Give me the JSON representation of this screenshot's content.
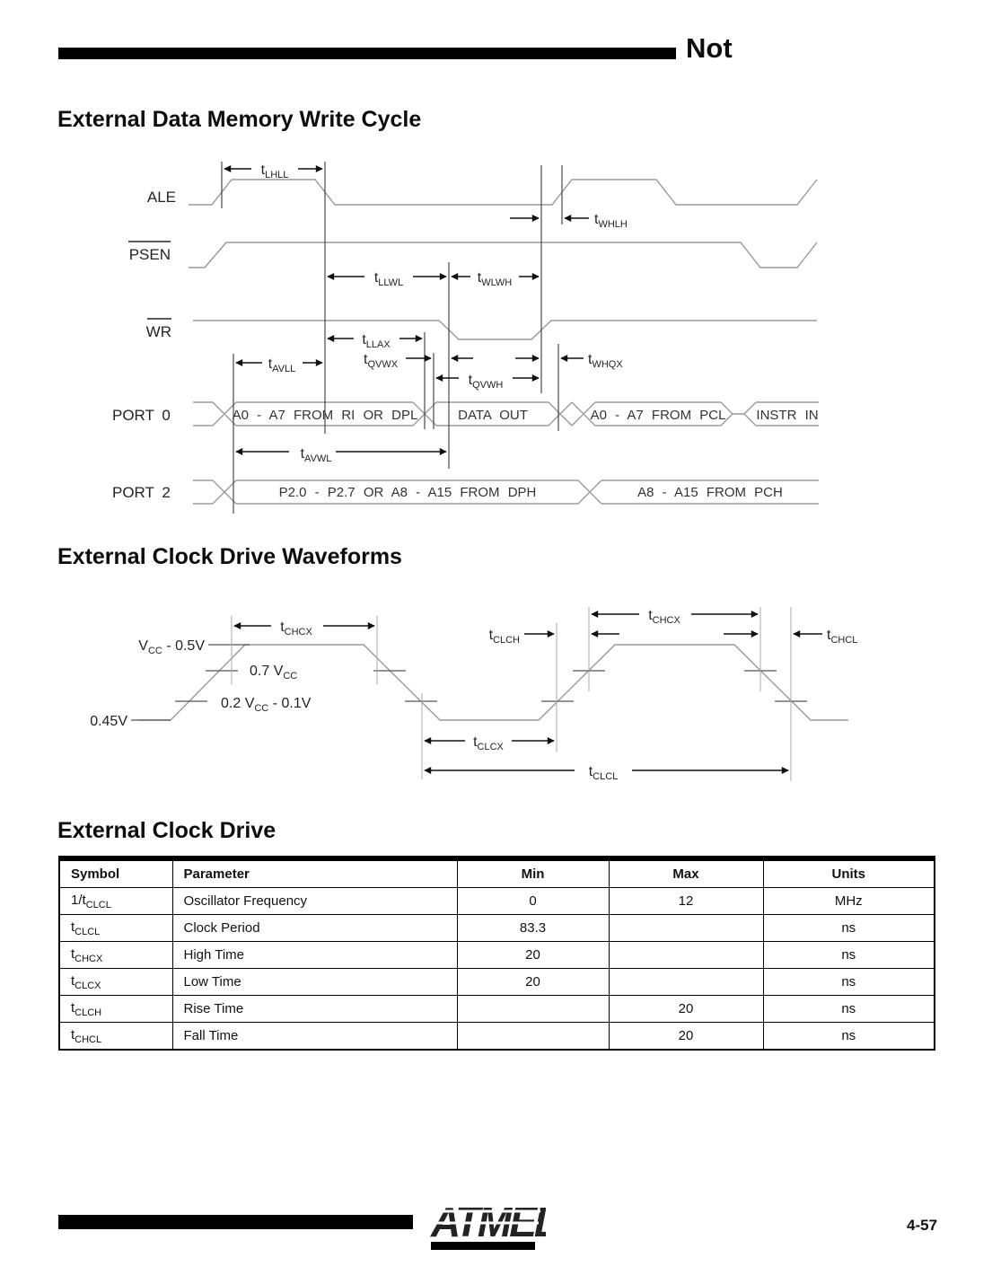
{
  "header": {
    "partial_title": "Not"
  },
  "write_cycle": {
    "heading": "External Data Memory Write Cycle",
    "signals": {
      "ale": "ALE",
      "psen": "PSEN",
      "wr": "WR",
      "port0": "PORT 0",
      "port2": "PORT 2"
    },
    "timing": {
      "lhll": {
        "main": "t",
        "sub": "LHLL"
      },
      "whlh": {
        "main": "t",
        "sub": "WHLH"
      },
      "llwl": {
        "main": "t",
        "sub": "LLWL"
      },
      "wlwh": {
        "main": "t",
        "sub": "WLWH"
      },
      "llax": {
        "main": "t",
        "sub": "LLAX"
      },
      "avll": {
        "main": "t",
        "sub": "AVLL"
      },
      "qvwx": {
        "main": "t",
        "sub": "QVWX"
      },
      "qvwh": {
        "main": "t",
        "sub": "QVWH"
      },
      "whqx": {
        "main": "t",
        "sub": "WHQX"
      },
      "avwl": {
        "main": "t",
        "sub": "AVWL"
      }
    },
    "port0_segments": [
      "A0 - A7 FROM RI OR DPL",
      "DATA OUT",
      "A0 - A7 FROM PCL",
      "INSTR IN"
    ],
    "port2_segments": [
      "P2.0 - P2.7 OR A8 - A15 FROM DPH",
      "A8 - A15 FROM PCH"
    ]
  },
  "clock_waveforms": {
    "heading": "External Clock Drive Waveforms",
    "levels": {
      "vcc_high": {
        "pre": "V",
        "sub": "CC",
        "post": " -  0.5V"
      },
      "vcc_07": {
        "pre": "0.7 V",
        "sub": "CC",
        "post": ""
      },
      "vcc_02": {
        "pre": "0.2  V",
        "sub": "CC",
        "post": " -  0.1V"
      },
      "v045": "0.45V"
    },
    "timing": {
      "chcx1": {
        "main": "t",
        "sub": "CHCX"
      },
      "clch": {
        "main": "t",
        "sub": "CLCH"
      },
      "chcx2": {
        "main": "t",
        "sub": "CHCX"
      },
      "chcl": {
        "main": "t",
        "sub": "CHCL"
      },
      "clcx": {
        "main": "t",
        "sub": "CLCX"
      },
      "clcl": {
        "main": "t",
        "sub": "CLCL"
      }
    }
  },
  "clock_drive": {
    "heading": "External Clock Drive",
    "table": {
      "headers": [
        "Symbol",
        "Parameter",
        "Min",
        "Max",
        "Units"
      ],
      "rows": [
        {
          "symbol_main": "1/t",
          "symbol_sub": "CLCL",
          "parameter": "Oscillator Frequency",
          "min": "0",
          "max": "12",
          "units": "MHz"
        },
        {
          "symbol_main": "t",
          "symbol_sub": "CLCL",
          "parameter": "Clock Period",
          "min": "83.3",
          "max": "",
          "units": "ns"
        },
        {
          "symbol_main": "t",
          "symbol_sub": "CHCX",
          "parameter": "High Time",
          "min": "20",
          "max": "",
          "units": "ns"
        },
        {
          "symbol_main": "t",
          "symbol_sub": "CLCX",
          "parameter": "Low Time",
          "min": "20",
          "max": "",
          "units": "ns"
        },
        {
          "symbol_main": "t",
          "symbol_sub": "CLCH",
          "parameter": "Rise Time",
          "min": "",
          "max": "20",
          "units": "ns"
        },
        {
          "symbol_main": "t",
          "symbol_sub": "CHCL",
          "parameter": "Fall Time",
          "min": "",
          "max": "20",
          "units": "ns"
        }
      ]
    }
  },
  "footer": {
    "logo": "ATMEL",
    "page_number": "4-57"
  },
  "colors": {
    "ink": "#000000",
    "trace_gray": "#9a9a9a",
    "text": "#232323"
  }
}
